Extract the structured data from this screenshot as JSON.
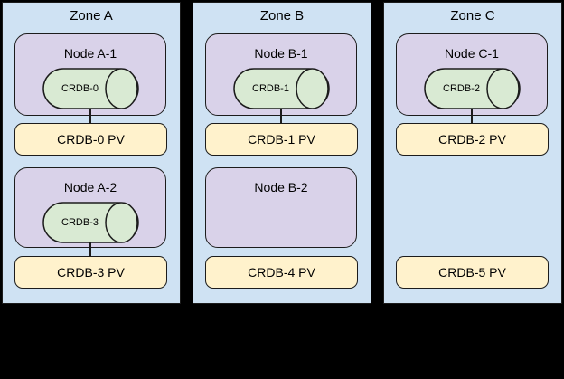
{
  "title": "CockroachDB zones, nodes and persistent volumes diagram",
  "colors": {
    "canvas-bg": "#000000",
    "zone-fill": "#cfe2f3",
    "node-fill": "#d9d2e9",
    "cylinder-fill": "#d9ead3",
    "pv-fill": "#fff2cc",
    "border": "#1c1c1c"
  },
  "zones": [
    {
      "label": "Zone A",
      "slots": [
        {
          "node_label": "Node A-1",
          "cylinder_label": "CRDB-0",
          "pv_label": "CRDB-0 PV"
        },
        {
          "node_label": "Node A-2",
          "cylinder_label": "CRDB-3",
          "pv_label": "CRDB-3 PV"
        }
      ]
    },
    {
      "label": "Zone B",
      "slots": [
        {
          "node_label": "Node B-1",
          "cylinder_label": "CRDB-1",
          "pv_label": "CRDB-1 PV"
        },
        {
          "node_label": "Node B-2",
          "pv_label": "CRDB-4 PV"
        }
      ]
    },
    {
      "label": "Zone C",
      "slots": [
        {
          "node_label": "Node C-1",
          "cylinder_label": "CRDB-2",
          "pv_label": "CRDB-2 PV"
        },
        {
          "pv_label": "CRDB-5 PV"
        }
      ]
    }
  ]
}
